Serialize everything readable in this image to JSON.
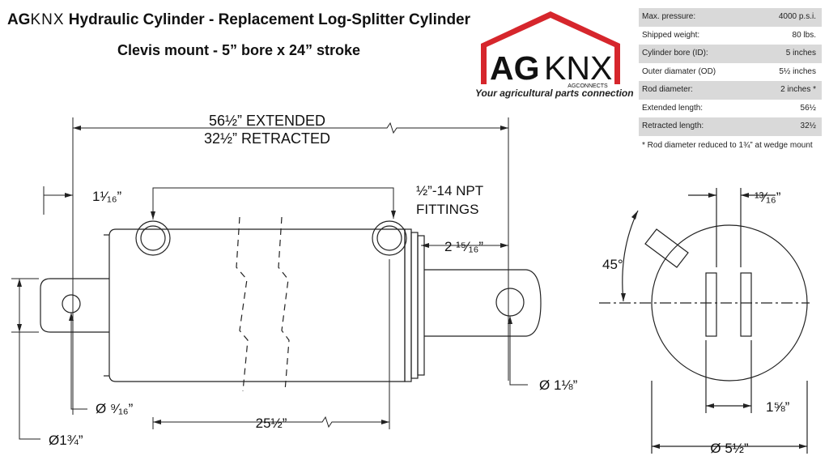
{
  "header": {
    "brand_bold": "AG",
    "brand_light": "KNX",
    "title_rest": " Hydraulic Cylinder - Replacement Log-Splitter Cylinder",
    "subtitle": "Clevis mount - 5” bore x 24” stroke"
  },
  "logo": {
    "ag": "AG",
    "knx": "KNX",
    "sub": "AGCONNECTS",
    "tagline": "Your agricultural parts connection",
    "color": "#d6262c"
  },
  "specs": [
    {
      "label": "Max. pressure:",
      "value": "4000 p.s.i."
    },
    {
      "label": "Shipped weight:",
      "value": "80 lbs."
    },
    {
      "label": "Cylinder bore (ID):",
      "value": "5 inches"
    },
    {
      "label": "Outer diamater (OD)",
      "value": "5½ inches"
    },
    {
      "label": "Rod diameter:",
      "value": "2 inches *"
    },
    {
      "label": "Extended length:",
      "value": "56½"
    },
    {
      "label": "Retracted length:",
      "value": "32½"
    }
  ],
  "spec_note": "* Rod diameter reduced to 1¾” at wedge mount",
  "dimensions": {
    "extended": "56½” EXTENDED",
    "retracted": "32½” RETRACTED",
    "pin_offset": "1¹⁄₁₆”",
    "npt_line1": "½”-14 NPT",
    "npt_line2": "FITTINGS",
    "rod_offset": "2 ¹⁵⁄₁₆”",
    "rear_pin": "Ø ⁹⁄₁₆”",
    "port_spacing": "25½”",
    "rear_diameter": "Ø1¾”",
    "rod_pin": "Ø 1⅛”",
    "angle": "45°",
    "slot_width": "¹³⁄₁₆”",
    "slot_spacing": "1⅝”",
    "outer_diameter": "Ø 5½”"
  }
}
